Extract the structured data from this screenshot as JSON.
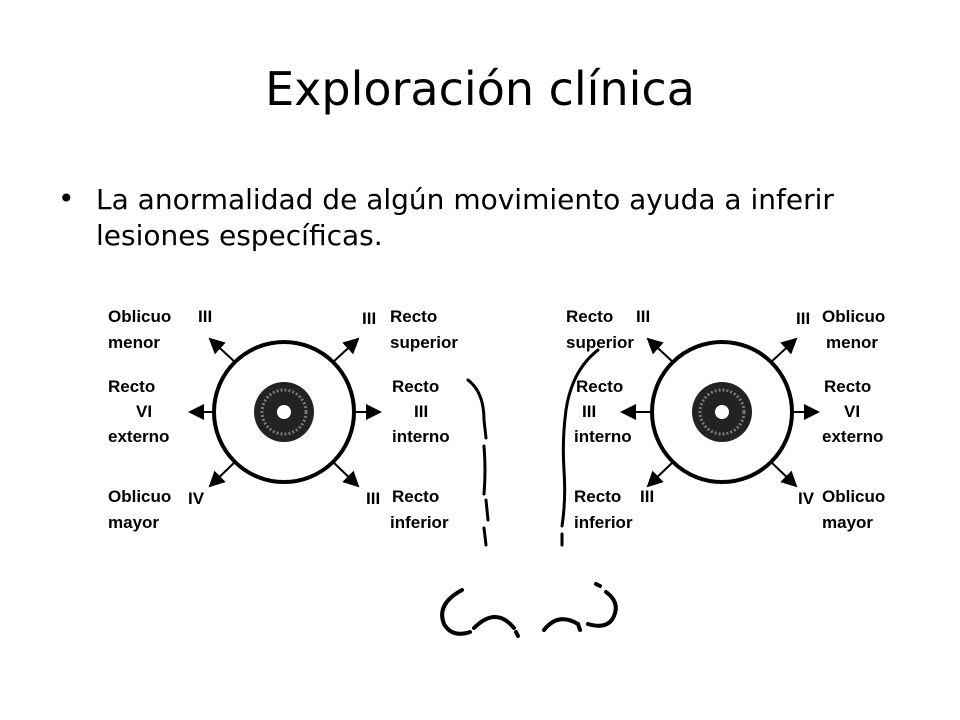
{
  "title": "Exploración clínica",
  "bullet": "La anormalidad de algún movimiento ayuda a inferir lesiones específicas.",
  "diagram": {
    "left_eye": {
      "oblicuo_menor": {
        "line1": "Oblicuo",
        "line2": "menor",
        "nerve": "III"
      },
      "recto_externo": {
        "line1": "Recto",
        "nerve": "VI",
        "line2": "externo"
      },
      "oblicuo_mayor": {
        "line1": "Oblicuo",
        "line2": "mayor",
        "nerve": "IV"
      },
      "recto_superior": {
        "line1": "Recto",
        "line2": "superior",
        "nerve": "III"
      },
      "recto_interno": {
        "line1": "Recto",
        "nerve": "III",
        "line2": "interno"
      },
      "recto_inferior": {
        "line1": "Recto",
        "line2": "inferior",
        "nerve": "III"
      }
    },
    "right_eye": {
      "recto_superior": {
        "line1": "Recto",
        "line2": "superior",
        "nerve": "III"
      },
      "recto_interno": {
        "line1": "Recto",
        "nerve": "III",
        "line2": "interno"
      },
      "recto_inferior": {
        "line1": "Recto",
        "line2": "inferior",
        "nerve": "III"
      },
      "oblicuo_menor": {
        "line1": "Oblicuo",
        "line2": "menor",
        "nerve": "III"
      },
      "recto_externo": {
        "line1": "Recto",
        "nerve": "VI",
        "line2": "externo"
      },
      "oblicuo_mayor": {
        "line1": "Oblicuo",
        "line2": "mayor",
        "nerve": "IV"
      }
    }
  }
}
